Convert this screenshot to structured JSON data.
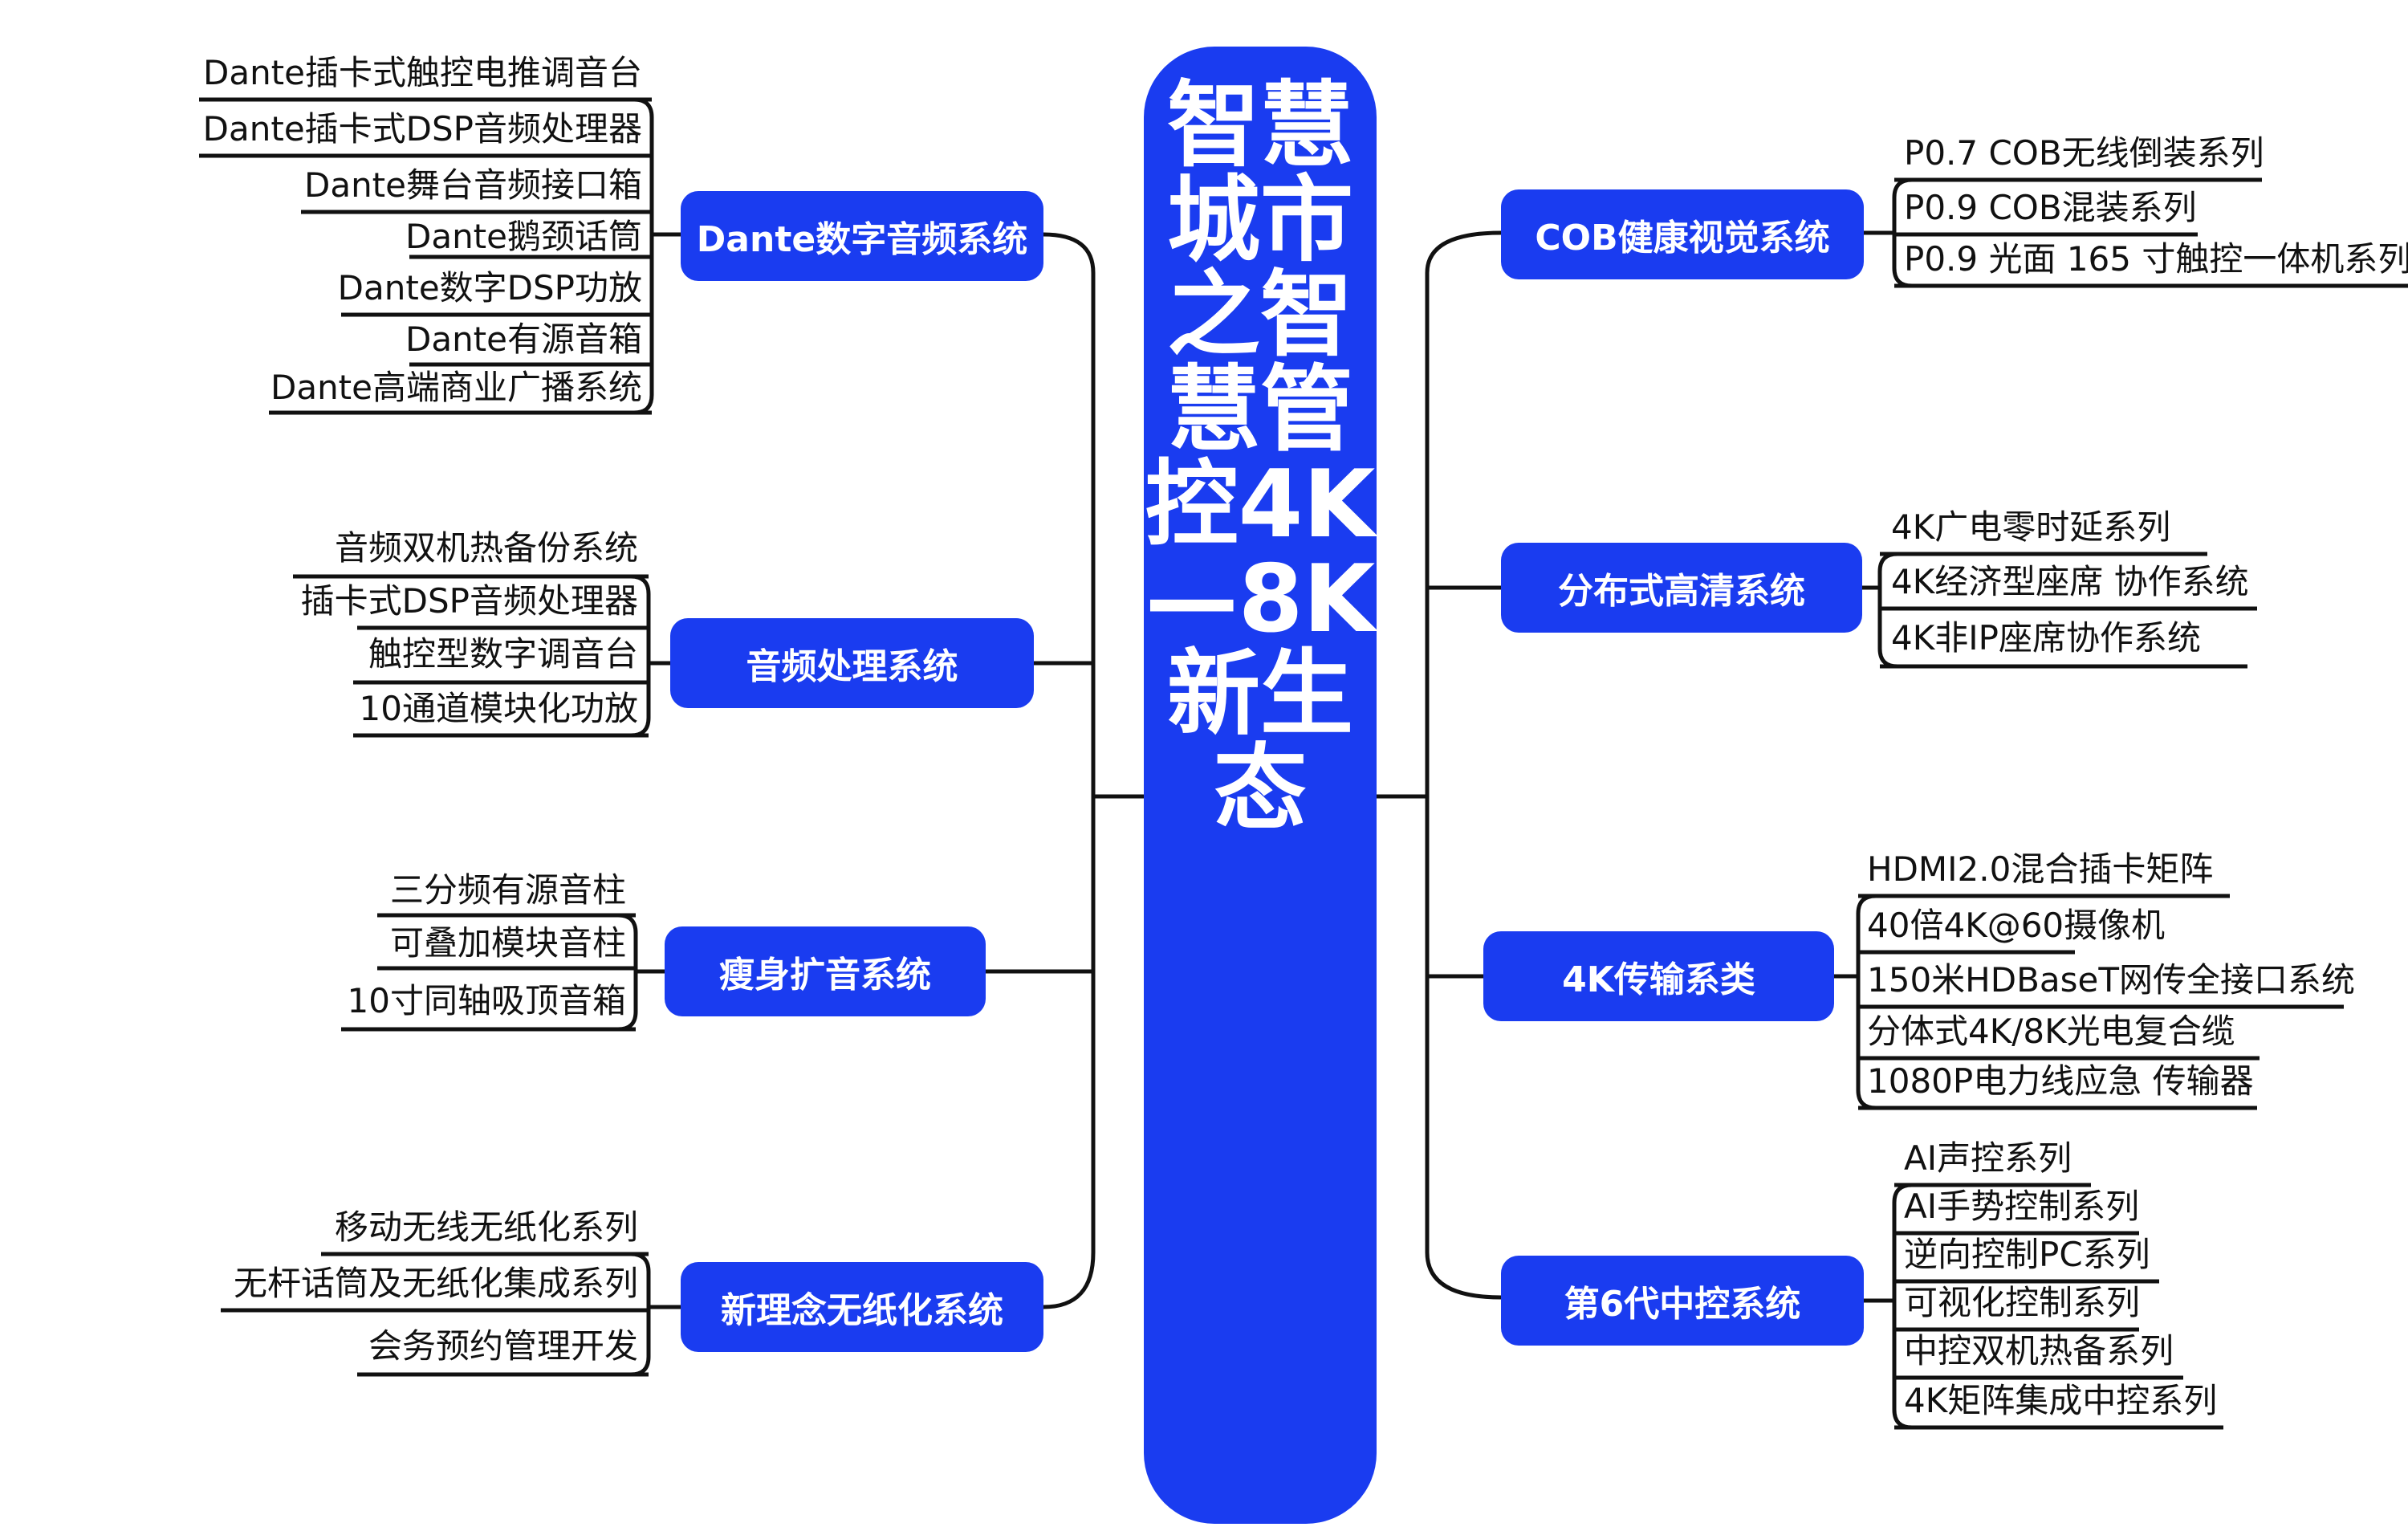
{
  "center_title": "智慧城市之智慧管控4K—8K新生态",
  "colors": {
    "accent": "#1a3cf0",
    "line": "#111111",
    "text": "#111111"
  },
  "branches": {
    "dante": {
      "label": "Dante数字音频系统",
      "items": [
        "Dante插卡式触控电推调音台",
        "Dante插卡式DSP音频处理器",
        "Dante舞台音频接口箱",
        "Dante鹅颈话筒",
        "Dante数字DSP功放",
        "Dante有源音箱",
        "Dante高端商业广播系统"
      ]
    },
    "audio": {
      "label": "音频处理系统",
      "items": [
        "音频双机热备份系统",
        "插卡式DSP音频处理器",
        "触控型数字调音台",
        "10通道模块化功放"
      ]
    },
    "slim": {
      "label": "瘦身扩音系统",
      "items": [
        "三分频有源音柱",
        "可叠加模块音柱",
        "10寸同轴吸顶音箱"
      ]
    },
    "paperless": {
      "label": "新理念无纸化系统",
      "items": [
        "移动无线无纸化系列",
        "无杆话筒及无纸化集成系列",
        "会务预约管理开发"
      ]
    },
    "cob": {
      "label": "COB健康视觉系统",
      "items": [
        "P0.7 COB无线倒装系列",
        "P0.9 COB混装系列",
        "P0.9 光面 165 寸触控一体机系列"
      ]
    },
    "hd": {
      "label": "分布式高清系统",
      "items": [
        "4K广电零时延系列",
        "4K经济型座席 协作系统",
        "4K非IP座席协作系统"
      ]
    },
    "trans": {
      "label": "4K传输系类",
      "items": [
        "HDMI2.0混合插卡矩阵",
        "40倍4K@60摄像机",
        "150米HDBaseT网传全接口系统",
        "分体式4K/8K光电复合缆",
        "1080P电力线应急 传输器"
      ]
    },
    "control": {
      "label": "第6代中控系统",
      "items": [
        "AI声控系列",
        "AI手势控制系列",
        "逆向控制PC系列",
        "可视化控制系列",
        "中控双机热备系列",
        "4K矩阵集成中控系列"
      ]
    }
  }
}
